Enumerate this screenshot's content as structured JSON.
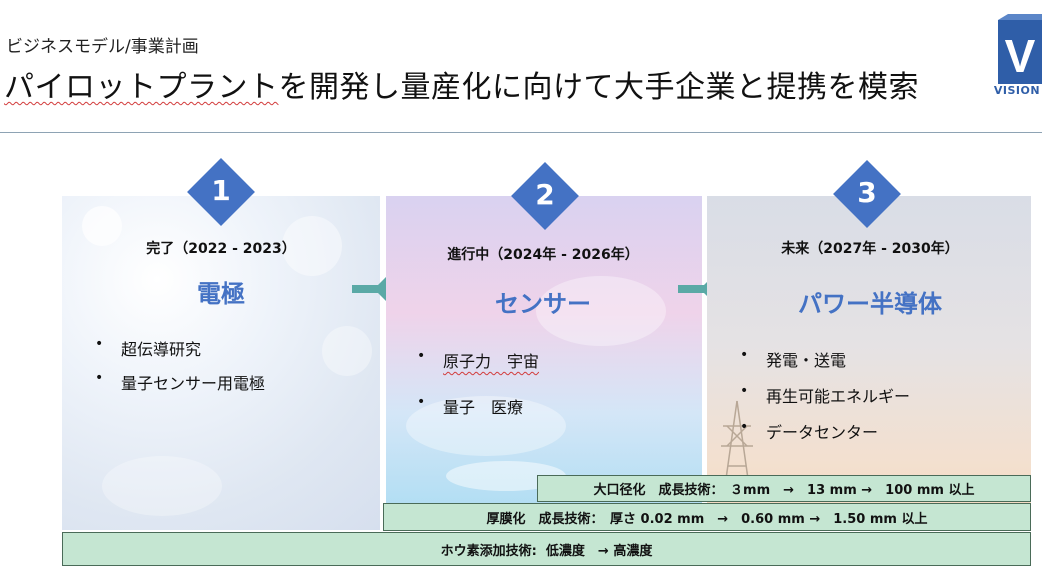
{
  "header": {
    "subtitle": "ビジネスモデル/事業計画",
    "title_part1": "パイロットプラント",
    "title_part2": "を開発し量産化に向けて大手企業と提携を模索"
  },
  "logo": {
    "letter": "V",
    "label": "VISION",
    "color": "#2f5ea8"
  },
  "phases": [
    {
      "number": "1",
      "status": "完了（2022 - 2023）",
      "heading": "電極",
      "bullets": [
        "超伝導研究",
        "量子センサー用電極"
      ]
    },
    {
      "number": "2",
      "status": "進行中（2024年 - 2026年）",
      "heading": "センサー",
      "bullets": [
        "原子力　宇宙",
        "量子　医療"
      ]
    },
    {
      "number": "3",
      "status": "未来（2027年 - 2030年）",
      "heading": "パワー半導体",
      "bullets": [
        "発電・送電",
        "再生可能エネルギー",
        "データセンター"
      ]
    }
  ],
  "bars": [
    "大口径化　成長技術：　３mm　→　13 mm →　100 mm 以上",
    "厚膜化　成長技術：　厚さ 0.02 mm　→　0.60 mm →　1.50 mm 以上",
    "ホウ素添加技術:  低濃度　→ 高濃度"
  ],
  "colors": {
    "accent_blue": "#4472c4",
    "connector_teal": "#5aa9a6",
    "bar_fill": "#c5e6d2"
  }
}
